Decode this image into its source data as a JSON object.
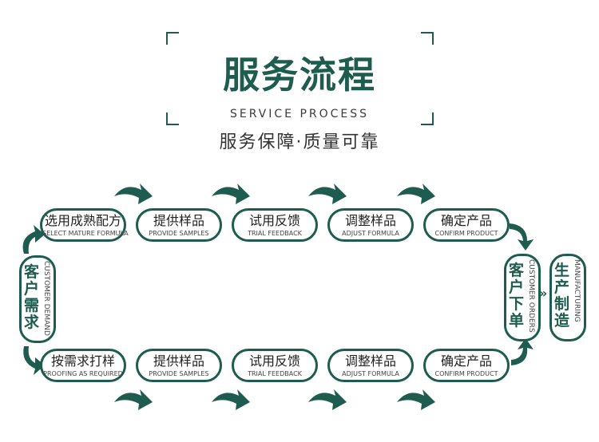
{
  "header": {
    "title": "服务流程",
    "subtitle_en": "SERVICE PROCESS",
    "subtitle_cn": "服务保障·质量可靠"
  },
  "left_node": {
    "cn": "客户需求",
    "en": "CUSTOMER DEMAND"
  },
  "top_row": [
    {
      "cn": "选用成熟配方",
      "en": "SELECT MATURE FORMULA"
    },
    {
      "cn": "提供样品",
      "en": "PROVIDE SAMPLES"
    },
    {
      "cn": "试用反馈",
      "en": "TRIAL FEEDBACK"
    },
    {
      "cn": "调整样品",
      "en": "ADJUST FORMULA"
    },
    {
      "cn": "确定产品",
      "en": "CONFIRM PRODUCT"
    }
  ],
  "bottom_row": [
    {
      "cn": "按需求打样",
      "en": "PROOFING AS REQUIRED"
    },
    {
      "cn": "提供样品",
      "en": "PROVIDE SAMPLES"
    },
    {
      "cn": "试用反馈",
      "en": "TRIAL FEEDBACK"
    },
    {
      "cn": "调整样品",
      "en": "ADJUST FORMULA"
    },
    {
      "cn": "确定产品",
      "en": "CONFIRM PRODUCT"
    }
  ],
  "order_node": {
    "cn": "客户下单",
    "en": "CUSTOMER ORDERS"
  },
  "manufacturing_node": {
    "cn": "生产制造",
    "en": "MANUFACTURING"
  },
  "chevron": "»",
  "colors": {
    "primary": "#1e5c4f",
    "text": "#222222"
  }
}
